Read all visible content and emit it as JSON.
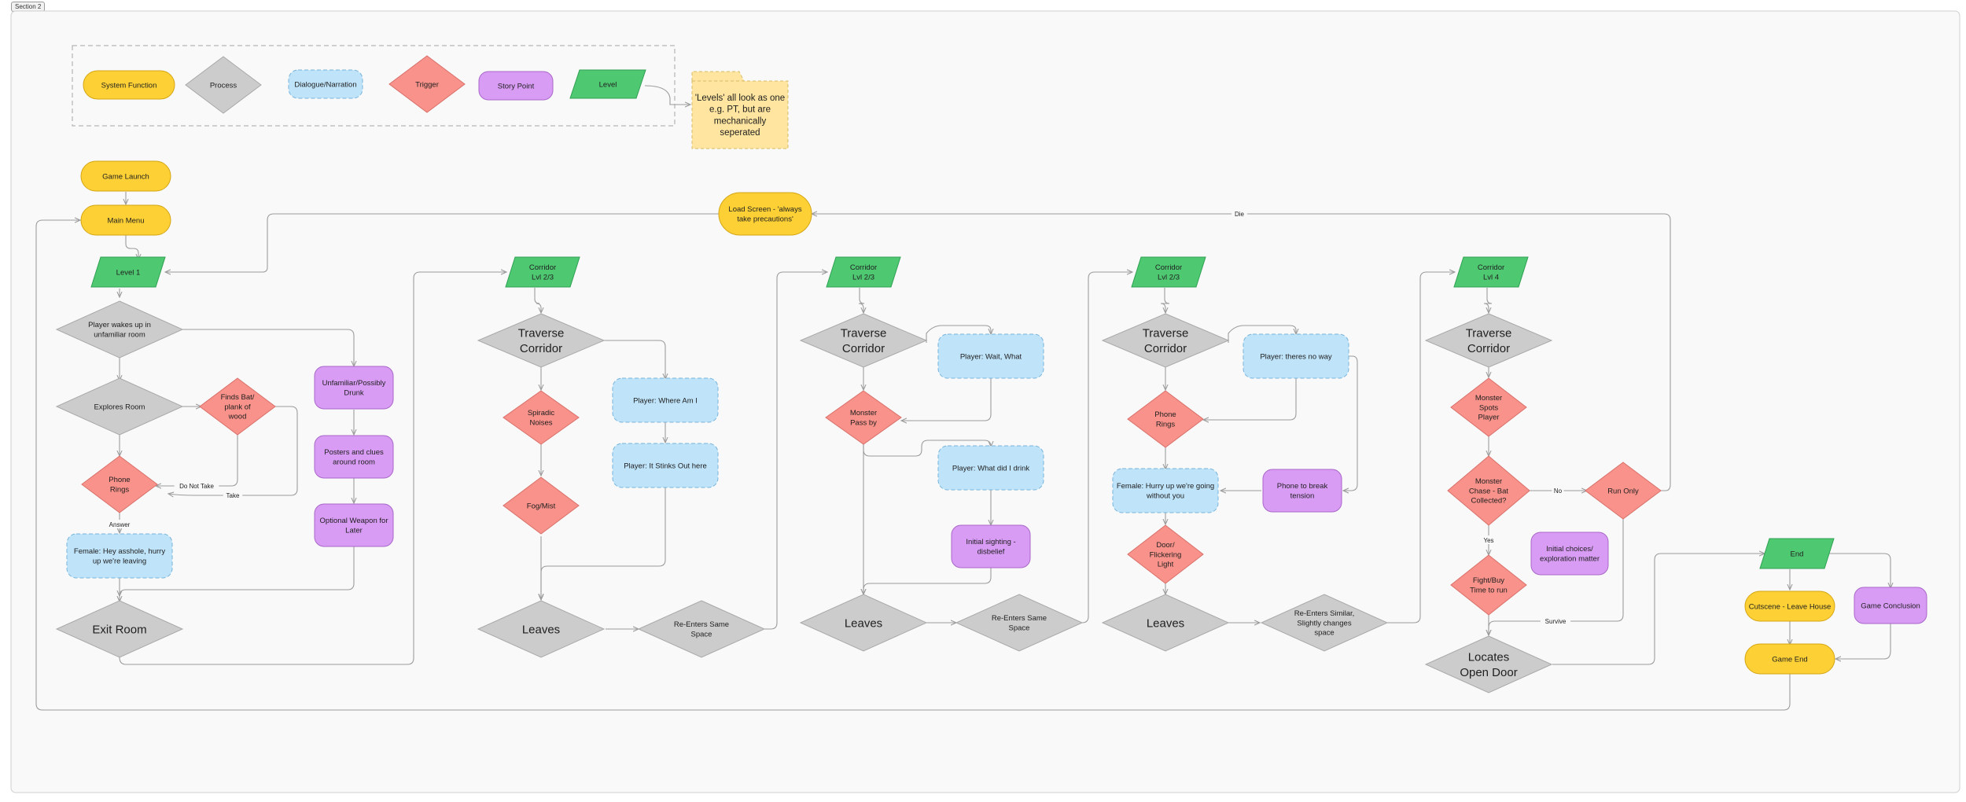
{
  "section_label": "Section 2",
  "colors": {
    "system": "#fdd135",
    "system_stroke": "#d4a514",
    "process": "#cccccc",
    "process_stroke": "#a9a9a9",
    "dialogue": "#bfe3f9",
    "dialogue_stroke": "#78b4da",
    "trigger": "#f8928a",
    "trigger_stroke": "#d9706a",
    "story": "#d89cf4",
    "story_stroke": "#a968c9",
    "level": "#4fc872",
    "level_stroke": "#2fa052",
    "note": "#ffe59f",
    "note_stroke": "#d6bc6a",
    "line": "#9c9c9c"
  },
  "legend": {
    "system": "System Function",
    "process": "Process",
    "dialogue": "Dialogue/Narration",
    "trigger": "Trigger",
    "story": "Story Point",
    "level": "Level",
    "note": [
      "'Levels' all look as one",
      "e.g. PT, but are",
      "mechanically",
      "seperated"
    ]
  },
  "nodes": {
    "game_launch": [
      "Game Launch"
    ],
    "main_menu": [
      "Main Menu"
    ],
    "load_screen": [
      "Load Screen - 'always",
      "take precautions'"
    ],
    "level1": [
      "Level 1"
    ],
    "wakes_up": [
      "Player wakes up in",
      "unfamiliar room"
    ],
    "explores": [
      "Explores Room"
    ],
    "finds_bat": [
      "Finds Bat/",
      "plank of",
      "wood"
    ],
    "phone1": [
      "Phone",
      "Rings"
    ],
    "female1": [
      "Female: Hey asshole, hurry",
      "up we're leaving"
    ],
    "exit_room": [
      "Exit Room"
    ],
    "unfamiliar": [
      "Unfamiliar/Possibly",
      "Drunk"
    ],
    "posters": [
      "Posters and clues",
      "around room"
    ],
    "weapon": [
      "Optional Weapon for",
      "Later"
    ],
    "c1_level": [
      "Corridor",
      "Lvl 2/3"
    ],
    "c1_traverse": [
      "Traverse",
      "Corridor"
    ],
    "c1_spiradic": [
      "Spiradic",
      "Noises"
    ],
    "c1_fog": [
      "Fog/Mist"
    ],
    "c1_leaves": [
      "Leaves"
    ],
    "c1_reenter": [
      "Re-Enters Same",
      "Space"
    ],
    "c1_where": [
      "Player: Where Am I"
    ],
    "c1_stinks": [
      "Player: It Stinks Out here"
    ],
    "c2_level": [
      "Corridor",
      "Lvl 2/3"
    ],
    "c2_traverse": [
      "Traverse",
      "Corridor"
    ],
    "c2_wait": [
      "Player: Wait, What"
    ],
    "c2_monster": [
      "Monster",
      "Pass by"
    ],
    "c2_drink": [
      "Player: What did I drink"
    ],
    "c2_sighting": [
      "Initial sighting -",
      "disbelief"
    ],
    "c2_leaves": [
      "Leaves"
    ],
    "c2_reenter": [
      "Re-Enters Same",
      "Space"
    ],
    "c3_level": [
      "Corridor",
      "Lvl 2/3"
    ],
    "c3_traverse": [
      "Traverse",
      "Corridor"
    ],
    "c3_noway": [
      "Player: theres no way"
    ],
    "c3_phone": [
      "Phone",
      "Rings"
    ],
    "c3_female": [
      "Female: Hurry up we're going",
      "without you"
    ],
    "c3_tension": [
      "Phone to break",
      "tension"
    ],
    "c3_door": [
      "Door/",
      "Flickering",
      "Light"
    ],
    "c3_leaves": [
      "Leaves"
    ],
    "c3_reenter": [
      "Re-Enters Similar,",
      "Slightly changes",
      "space"
    ],
    "c4_level": [
      "Corridor",
      "Lvl 4"
    ],
    "c4_traverse": [
      "Traverse",
      "Corridor"
    ],
    "c4_spots": [
      "Monster",
      "Spots",
      "Player"
    ],
    "c4_chase": [
      "Monster",
      "Chase - Bat",
      "Collected?"
    ],
    "c4_run": [
      "Run Only"
    ],
    "c4_fight": [
      "Fight/Buy",
      "Time to run"
    ],
    "c4_choices": [
      "Initial choices/",
      "exploration matter"
    ],
    "c4_locates": [
      "Locates",
      "Open Door"
    ],
    "end_level": [
      "End"
    ],
    "cutscene": [
      "Cutscene - Leave House"
    ],
    "conclusion": [
      "Game Conclusion"
    ],
    "game_end": [
      "Game End"
    ]
  },
  "edge_labels": {
    "do_not_take": "Do Not Take",
    "take": "Take",
    "answer": "Answer",
    "die": "Die",
    "no": "No",
    "yes": "Yes",
    "survive": "Survive"
  }
}
